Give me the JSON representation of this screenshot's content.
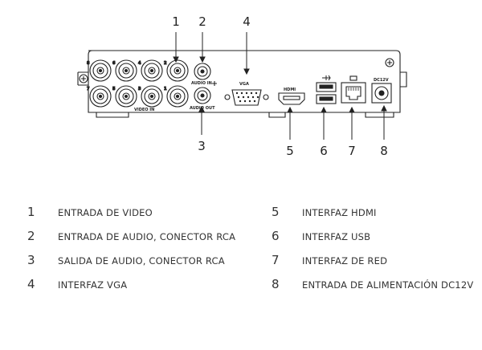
{
  "callouts": [
    "1",
    "2",
    "3",
    "4",
    "5",
    "6",
    "7",
    "8"
  ],
  "panel_labels": {
    "vga": "VGA",
    "hdmi": "HDMI",
    "video_in": "VIDEO IN",
    "audio_in": "AUDIO IN",
    "audio_out": "AUDIO OUT",
    "dc": "DC12V",
    "channels_top": [
      "8",
      "6",
      "4",
      "2"
    ],
    "channels_bottom": [
      "7",
      "5",
      "3",
      "1"
    ]
  },
  "legend": [
    {
      "num": "1",
      "text": "ENTRADA DE VIDEO"
    },
    {
      "num": "2",
      "text": "ENTRADA DE AUDIO, CONECTOR RCA"
    },
    {
      "num": "3",
      "text": "SALIDA DE AUDIO, CONECTOR RCA"
    },
    {
      "num": "4",
      "text": "INTERFAZ VGA"
    },
    {
      "num": "5",
      "text": "INTERFAZ HDMI"
    },
    {
      "num": "6",
      "text": "INTERFAZ USB"
    },
    {
      "num": "7",
      "text": "INTERFAZ DE RED"
    },
    {
      "num": "8",
      "text": "ENTRADA DE ALIMENTACIÓN DC12V"
    }
  ]
}
